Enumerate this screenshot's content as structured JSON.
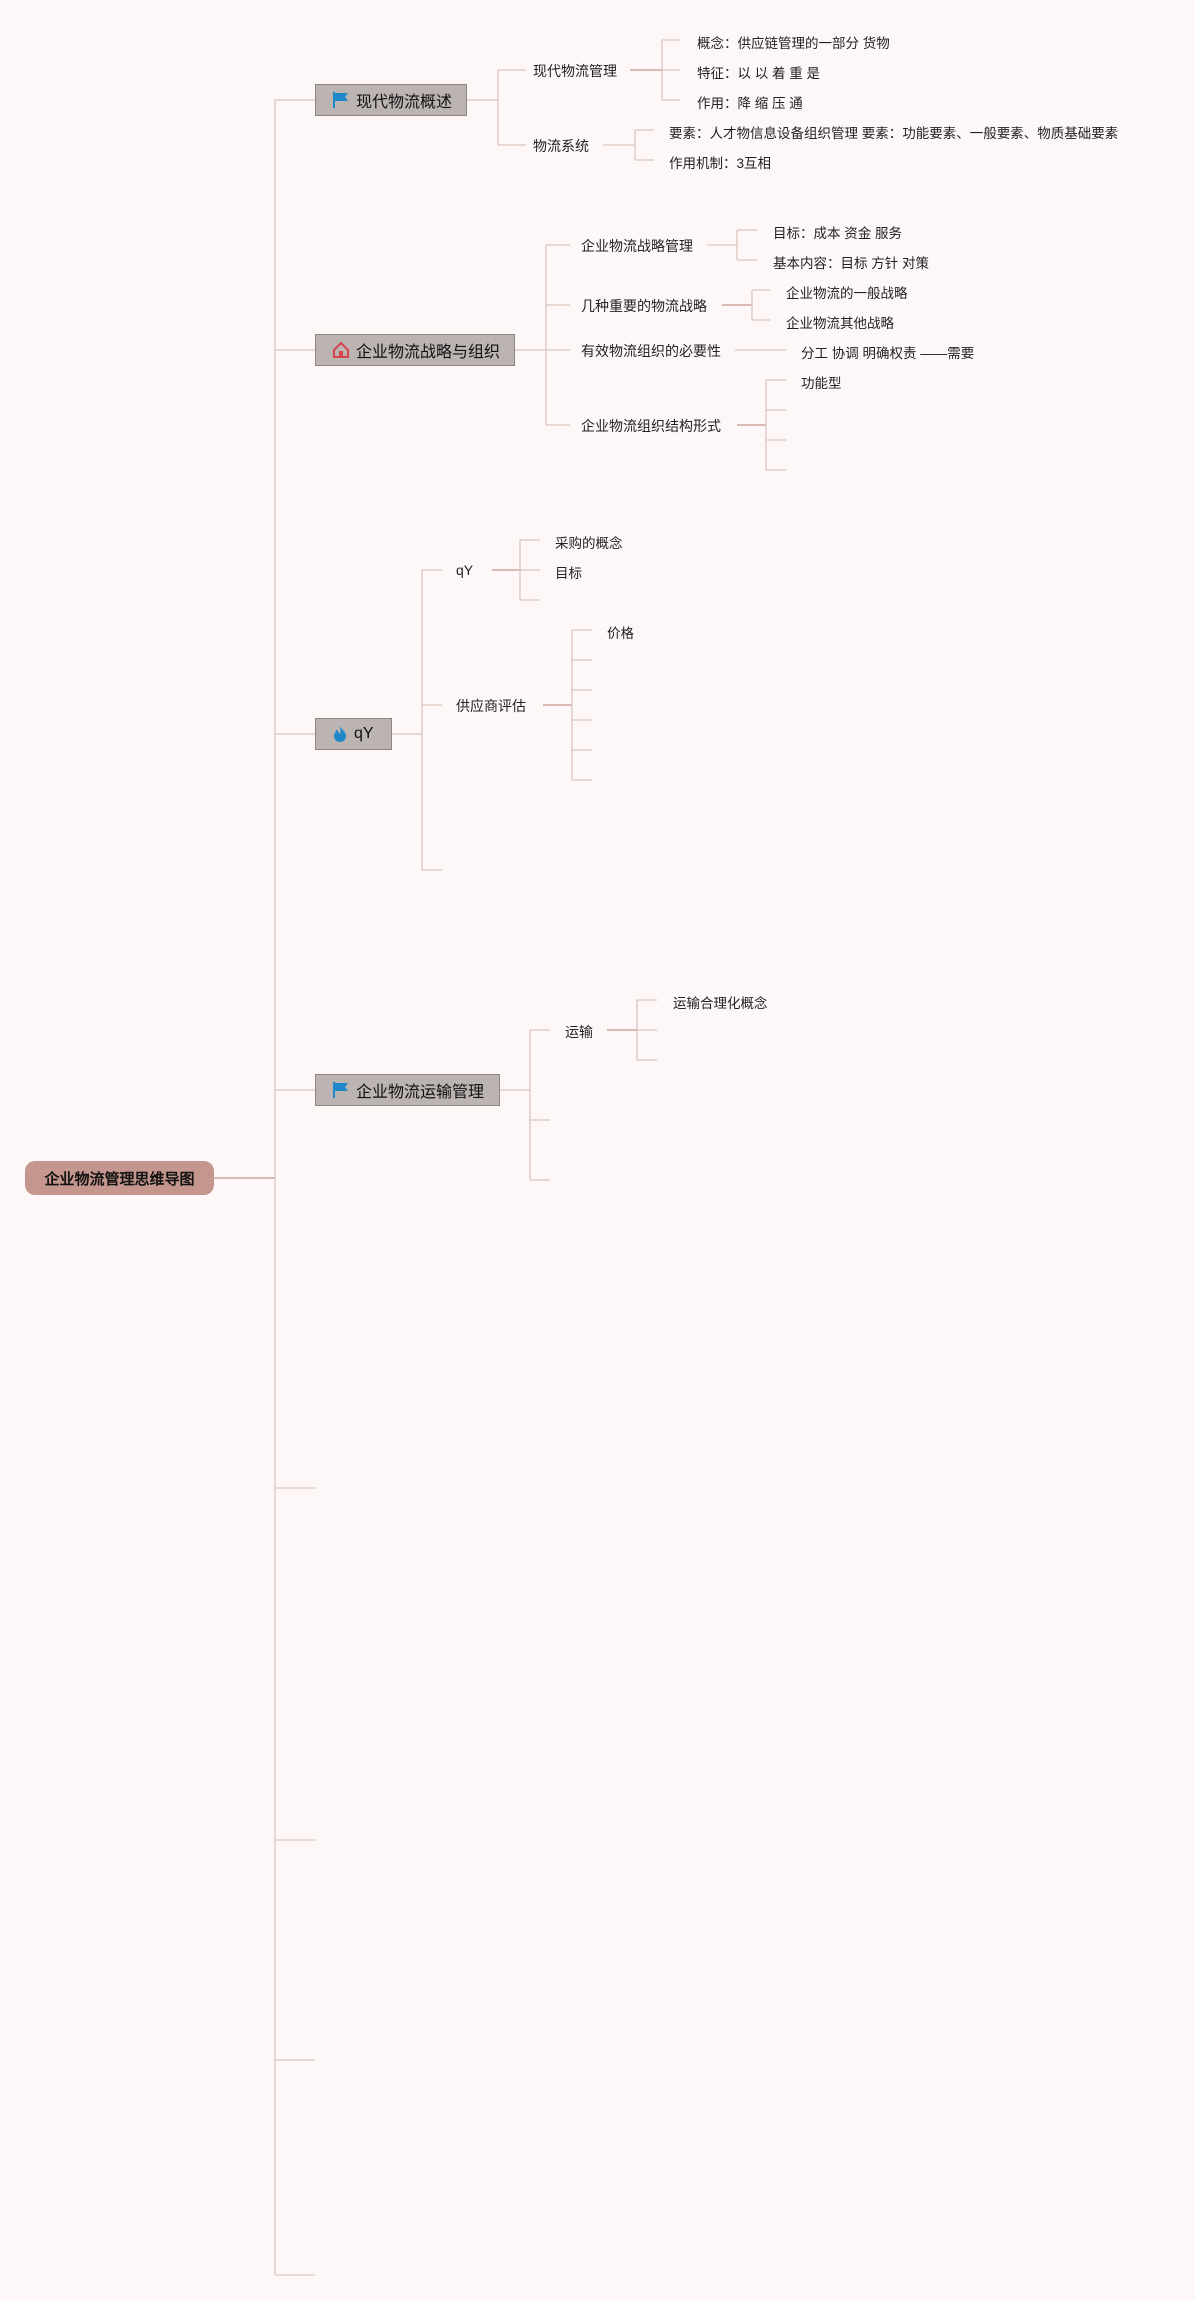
{
  "root": "企业物流管理思维导图",
  "colors": {
    "background": "#fdf8f7",
    "root": "#c4968d",
    "branch": "#bbb4b2",
    "line": "#dcc4be",
    "flag": "#1e88c8",
    "house": "#d9434e"
  },
  "branches": [
    {
      "label": "现代物流概述",
      "icon": "flag-icon",
      "children": [
        {
          "label": "现代物流管理",
          "children": [
            "概念：供应链管理的一部分 货物",
            "特征：以 以 着 重 是",
            "作用：降 缩 压 通"
          ]
        },
        {
          "label": "物流系统",
          "children": [
            "要素：人才物信息设备组织管理 要素：功能要素、一般要素、物质基础要素",
            "作用机制：3互相"
          ]
        }
      ]
    },
    {
      "label": "企业物流战略与组织",
      "icon": "house-icon",
      "children": [
        {
          "label": "企业物流战略管理",
          "children": [
            "目标：成本 资金 服务",
            "基本内容：目标 方针 对策"
          ]
        },
        {
          "label": "几种重要的物流战略",
          "children": [
            "企业物流的一般战略",
            "企业物流其他战略"
          ]
        },
        {
          "label": "有效物流组织的必要性",
          "children": [
            "分工 协调 明确权责 ——需要"
          ]
        },
        {
          "label": "企业物流组织结构形式",
          "children": [
            "功能型"
          ]
        }
      ]
    },
    {
      "label": "qY",
      "icon": "flame-icon",
      "children": [
        {
          "label": "qY",
          "children": [
            "采购的概念",
            "目标"
          ]
        },
        {
          "label": "供应商评估",
          "children": [
            "价格"
          ]
        }
      ]
    },
    {
      "label": "企业物流运输管理",
      "icon": "flag-icon",
      "children": [
        {
          "label": "运输",
          "children": [
            "运输合理化概念"
          ]
        }
      ]
    }
  ]
}
